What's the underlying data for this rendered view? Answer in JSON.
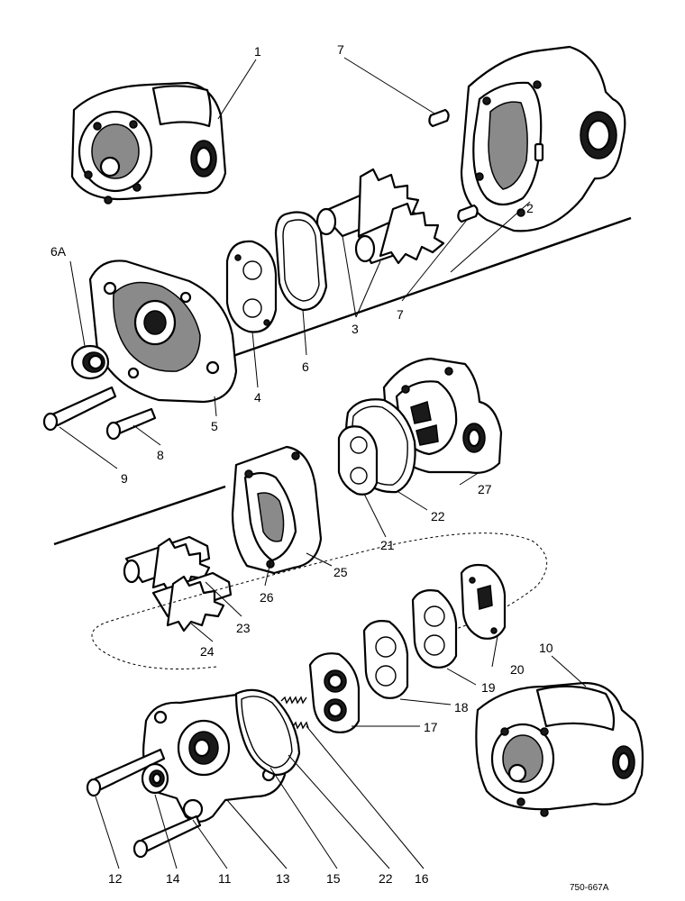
{
  "callouts": {
    "c1": "1",
    "c2": "2",
    "c3": "3",
    "c4": "4",
    "c5": "5",
    "c6": "6",
    "c6a": "6A",
    "c7a": "7",
    "c7b": "7",
    "c8": "8",
    "c9": "9",
    "c10": "10",
    "c11": "11",
    "c12": "12",
    "c13": "13",
    "c14": "14",
    "c15": "15",
    "c16": "16",
    "c17": "17",
    "c18": "18",
    "c19": "19",
    "c20": "20",
    "c21": "21",
    "c22a": "22",
    "c22b": "22",
    "c23": "23",
    "c24": "24",
    "c25": "25",
    "c26": "26",
    "c27": "27"
  },
  "drawing_code": "750-667A"
}
